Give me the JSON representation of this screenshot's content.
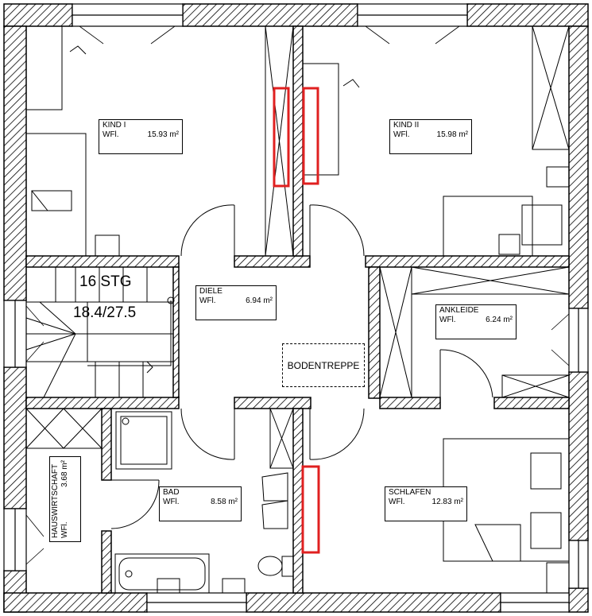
{
  "rooms": {
    "kind1": {
      "name": "KIND I",
      "wfl_label": "WFl.",
      "area": "15.93 m²"
    },
    "kind2": {
      "name": "KIND II",
      "wfl_label": "WFl.",
      "area": "15.98 m²"
    },
    "diele": {
      "name": "DIELE",
      "wfl_label": "WFl.",
      "area": "6.94 m²"
    },
    "ankleide": {
      "name": "ANKLEIDE",
      "wfl_label": "WFl.",
      "area": "6.24 m²"
    },
    "bad": {
      "name": "BAD",
      "wfl_label": "WFl.",
      "area": "8.58 m²"
    },
    "schlafen": {
      "name": "SCHLAFEN",
      "wfl_label": "WFl.",
      "area": "12.83 m²"
    },
    "hws": {
      "name": "HAUSWIRTSCHAFT",
      "wfl_label": "WFl.",
      "area": "3.68 m²"
    }
  },
  "stairs": {
    "steps": "16 STG",
    "ratio": "18.4/27.5"
  },
  "attic_ladder": "BODENTREPPE",
  "colors": {
    "wall": "#000000",
    "highlight": "#e02020"
  }
}
